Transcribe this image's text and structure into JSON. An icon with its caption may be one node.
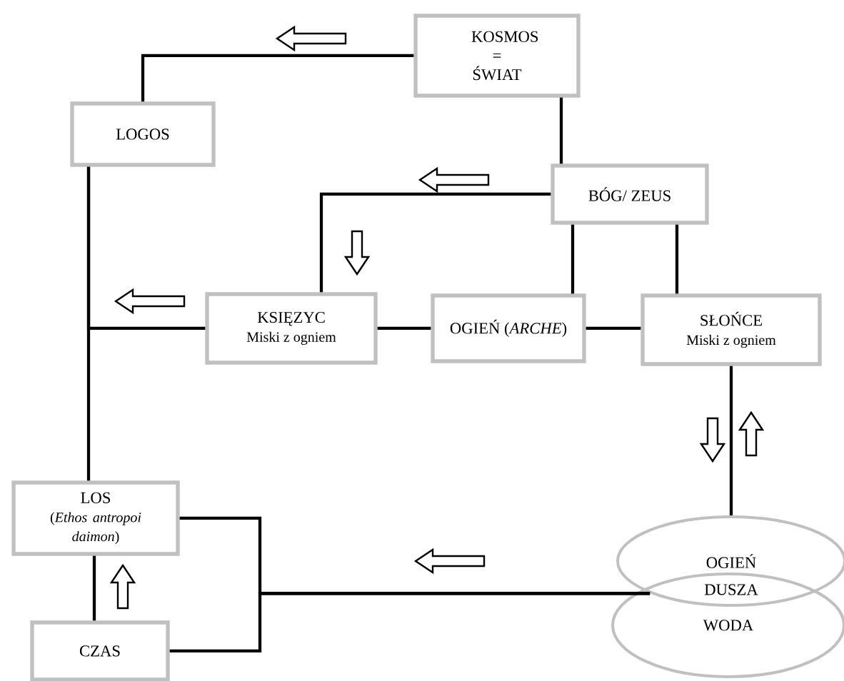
{
  "diagram": {
    "nodes": [
      {
        "text": [
          "KOSMOS = ŚWIAT"
        ]
      },
      {
        "text": [
          "LOGOS"
        ]
      },
      {
        "text": [
          "BÓG/ ZEUS"
        ]
      },
      {
        "text": [
          "KSIĘZYC",
          "Miski z ogniem"
        ]
      },
      {
        "text": [
          "OGIEŃ (*ARCHE*)"
        ]
      },
      {
        "text": [
          "SŁOŃCE",
          "Miski z ogniem"
        ]
      },
      {
        "text": [
          "LOS",
          "(*Ethos antropoi daimon*)"
        ]
      },
      {
        "text": [
          "CZAS"
        ]
      },
      {
        "text": [
          "OGIEŃ"
        ]
      },
      {
        "text": [
          "WODA"
        ]
      }
    ],
    "edges": [
      {
        "from": 0,
        "to": 1,
        "arrow": "none"
      },
      {
        "from": 0,
        "to": 2,
        "arrow": "none"
      },
      {
        "from": 2,
        "to": 3,
        "arrow": "none"
      },
      {
        "from": 3,
        "to": 1,
        "arrow": "none"
      },
      {
        "from": 1,
        "to": 6,
        "arrow": "none"
      },
      {
        "from": 3,
        "to": 4,
        "arrow": "none"
      },
      {
        "from": 4,
        "to": 5,
        "arrow": "none"
      },
      {
        "from": 2,
        "to": 4,
        "arrow": "none"
      },
      {
        "from": 2,
        "to": 5,
        "arrow": "none"
      },
      {
        "from": 5,
        "to": 8,
        "arrow": "none"
      },
      {
        "from": 8,
        "to": 6,
        "arrow": "none"
      },
      {
        "from": 8,
        "to": 7,
        "arrow": "none"
      },
      {
        "from": 7,
        "to": 6,
        "arrow": "none"
      }
    ],
    "labels": [
      "DUSZA"
    ]
  }
}
